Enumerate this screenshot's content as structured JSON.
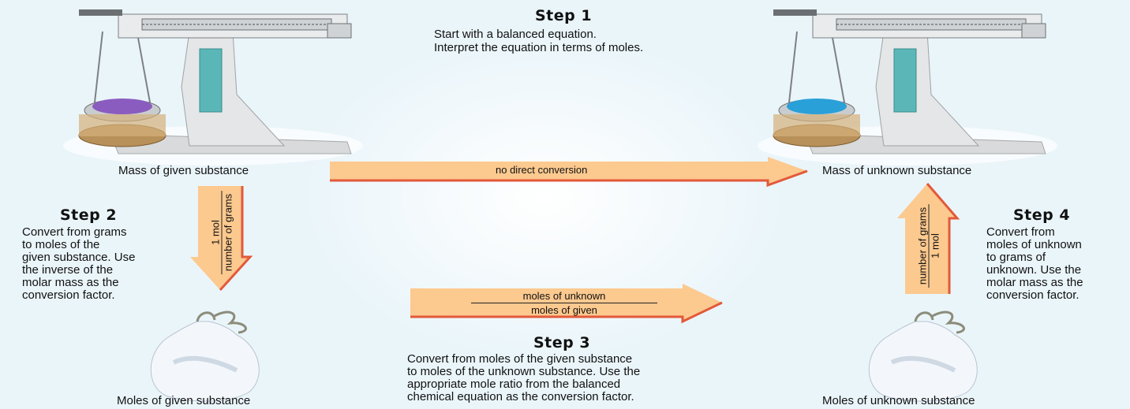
{
  "step1": {
    "title": "Step 1",
    "line1": "Start with a balanced equation.",
    "line2": "Interpret the equation in terms of moles."
  },
  "step2": {
    "title": "Step 2",
    "lines": [
      "Convert from grams",
      "to moles of the",
      "given substance. Use",
      "the inverse of the",
      "molar mass as the",
      "conversion factor."
    ]
  },
  "step3": {
    "title": "Step 3",
    "lines": [
      "Convert from moles of the given substance",
      "to moles of the unknown substance. Use the",
      "appropriate mole ratio from the balanced",
      "chemical equation as the conversion factor."
    ]
  },
  "step4": {
    "title": "Step 4",
    "lines": [
      "Convert from",
      "moles of unknown",
      "to grams of",
      "unknown. Use the",
      "molar mass as the",
      "conversion factor."
    ]
  },
  "labels": {
    "mass_given": "Mass of given substance",
    "mass_unknown": "Mass of unknown substance",
    "moles_given": "Moles of given substance",
    "moles_unknown": "Moles of unknown substance"
  },
  "arrows": {
    "no_direct": "no direct conversion",
    "down_num": "1 mol",
    "down_den": "number of grams",
    "ratio_num": "moles of unknown",
    "ratio_den": "moles of given",
    "up_num": "number of grams",
    "up_den": "1 mol"
  },
  "colors": {
    "arrow_fill": "#fcc98f",
    "arrow_edge": "#e2593a",
    "powder_given": "#8a5cc0",
    "powder_unknown": "#2aa0d8"
  }
}
